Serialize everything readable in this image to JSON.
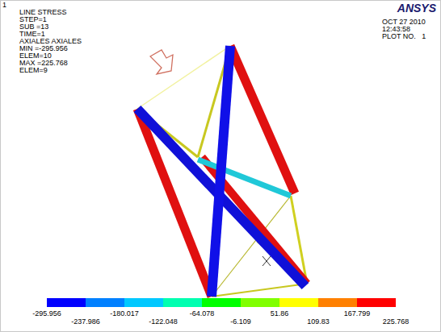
{
  "diagram": {
    "labels": [
      "1",
      "LINE STRESS",
      "STEP=1",
      "SUB =13",
      "TIME=1",
      "AXIALES AXIALES",
      "MIN =-295.956",
      "ELEM=10",
      "MAX =225.768",
      "ELEM=9",
      "ANSYS",
      "OCT 27 2010",
      "12:43:58",
      "PLOT NO.   1",
      "-295.956",
      "-237.986",
      "-180.017",
      "-122.048",
      "-64.078",
      "-6.109",
      "51.86",
      "109.83",
      "167.799",
      "225.768"
    ]
  }
}
